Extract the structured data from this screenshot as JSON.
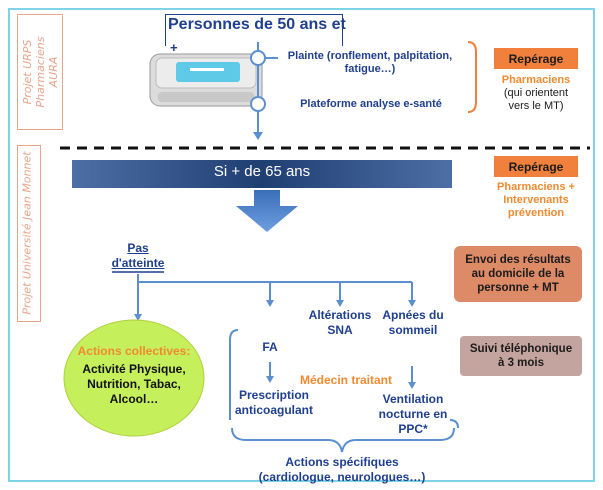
{
  "side_labels": {
    "urps": [
      "Projet URPS",
      "Pharmaciens",
      "AURA"
    ],
    "jean_monnet": "Projet Université Jean Monnet"
  },
  "header": {
    "title": "Personnes de 50 ans et",
    "plus": "+"
  },
  "timeline": {
    "plainte": [
      "Plainte (ronflement, palpitation,",
      "fatigue…)"
    ],
    "plateforme": "Plateforme analyse e-santé"
  },
  "right_panel": {
    "reperage_1": "Repérage",
    "pharmaciens_1": [
      "Pharmaciens",
      "(qui orientent",
      "vers le MT)"
    ],
    "reperage_2": "Repérage",
    "pharmaciens_2": [
      "Pharmaciens +",
      "Intervenants",
      "prévention"
    ],
    "envoi": [
      "Envoi des résultats",
      "au domicile de la",
      "personne + MT"
    ],
    "suivi": [
      "Suivi téléphonique",
      "à 3 mois"
    ]
  },
  "banner": {
    "label": "Si + de 65 ans"
  },
  "flow": {
    "pas_atteinte": [
      "Pas",
      "d'atteinte"
    ],
    "actions_title": "Actions collectives:",
    "actions_items": [
      "Activité Physique,",
      "Nutrition, Tabac,",
      "Alcool…"
    ],
    "fa": "FA",
    "alterations": [
      "Altérations",
      "SNA"
    ],
    "apnees": [
      "Apnées du",
      "sommeil"
    ],
    "medecin": "Médecin traitant",
    "prescription": [
      "Prescription",
      "anticoagulant"
    ],
    "ventilation": [
      "Ventilation",
      "nocturne en",
      "PPC*"
    ],
    "specifiques": [
      "Actions spécifiques",
      "(cardiologue, neurologues…)"
    ]
  },
  "colors": {
    "frame": "#7fd3e6",
    "navy": "#1f3f8f",
    "orange": "#f0803c",
    "orange_text": "#f08a30",
    "blue_line": "#5b8fd0",
    "terracotta": "#dd8a67",
    "mauve": "#c4a49e",
    "green_fill": "#c6ef5c",
    "banner_dark": "#1f3f72",
    "banner_light": "#4d6ea6"
  }
}
